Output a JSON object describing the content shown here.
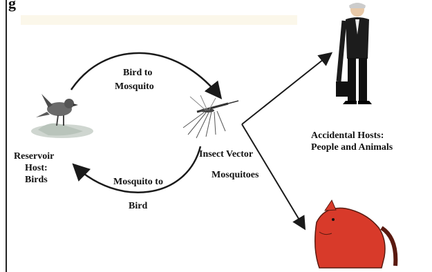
{
  "diagram": {
    "heading": "g",
    "edges": {
      "bird_to_mosquito": [
        "Bird to",
        "Mosquito"
      ],
      "mosquito_to_bird": [
        "Mosquito to",
        "Bird"
      ]
    },
    "nodes": {
      "reservoir_host": [
        "Reservoir",
        "Host:",
        "Birds"
      ],
      "insect_vector": [
        "Insect Vector",
        "Mosquitoes"
      ],
      "accidental_hosts": [
        "Accidental Hosts:",
        "People and Animals"
      ]
    },
    "colors": {
      "arrow": "#1a1a1a",
      "horse": "#d83a2a",
      "suit": "#1c1c1c",
      "bird": "#5a5a5a"
    },
    "icons": [
      "bird-icon",
      "mosquito-icon",
      "man-in-suit-icon",
      "horse-icon"
    ]
  }
}
